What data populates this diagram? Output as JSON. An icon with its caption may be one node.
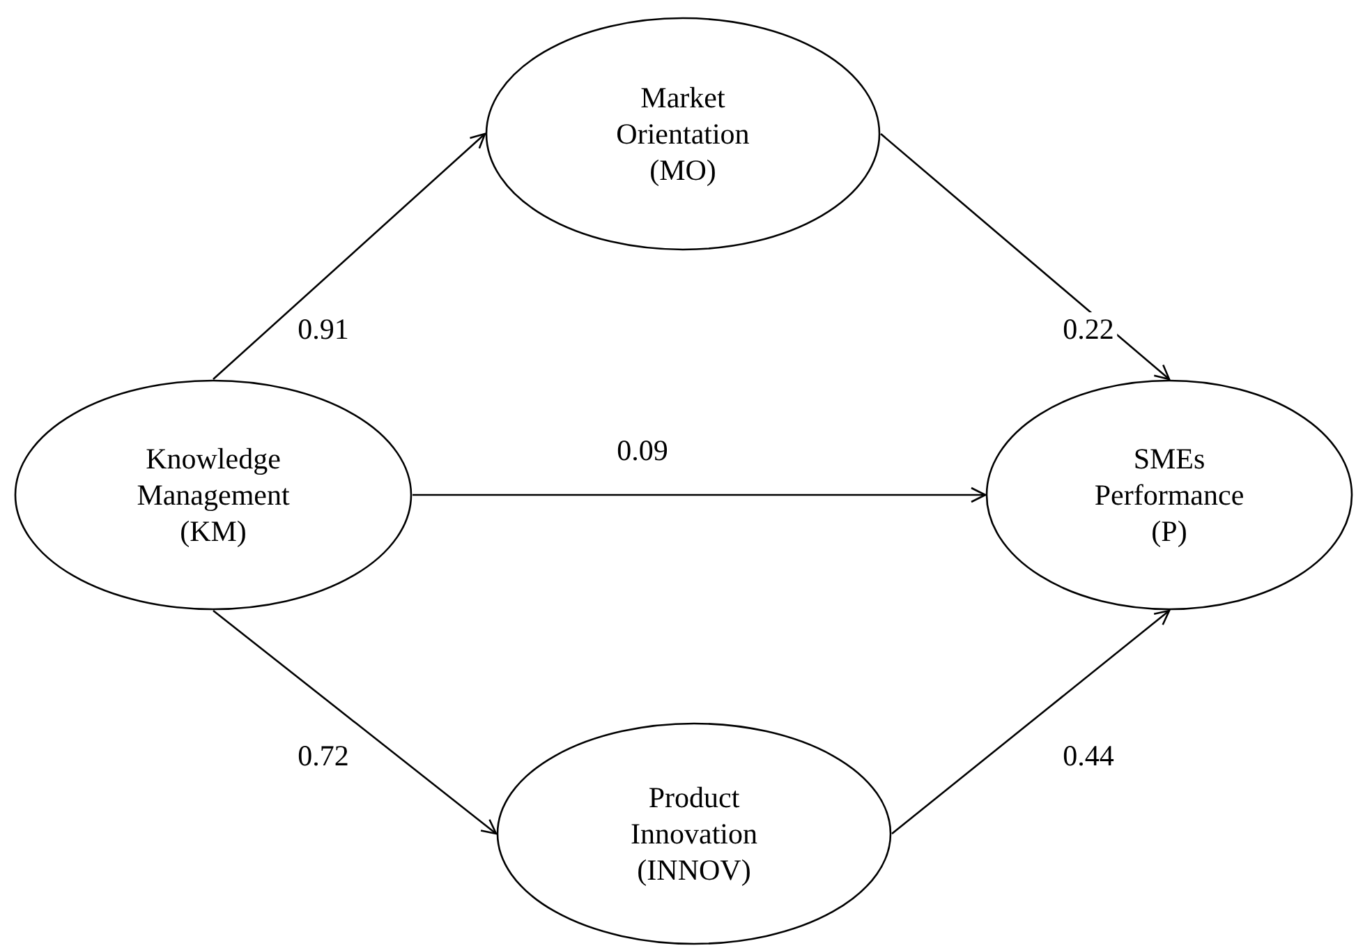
{
  "diagram": {
    "nodes": [
      {
        "text": [
          "Market Orientation (MO)"
        ]
      },
      {
        "text": [
          "Knowledge Management (KM)"
        ]
      },
      {
        "text": [
          "SMEs Performance (P)"
        ]
      },
      {
        "text": [
          "Product Innovation (INNOV)"
        ]
      }
    ],
    "edges": [
      {
        "from": 1,
        "to": 0,
        "arrow": "to",
        "label": "0.91"
      },
      {
        "from": 0,
        "to": 2,
        "arrow": "to",
        "label": "0.22"
      },
      {
        "from": 1,
        "to": 2,
        "arrow": "to",
        "label": "0.09"
      },
      {
        "from": 1,
        "to": 3,
        "arrow": "to",
        "label": "0.72"
      },
      {
        "from": 3,
        "to": 2,
        "arrow": "to",
        "label": "0.44"
      }
    ]
  }
}
